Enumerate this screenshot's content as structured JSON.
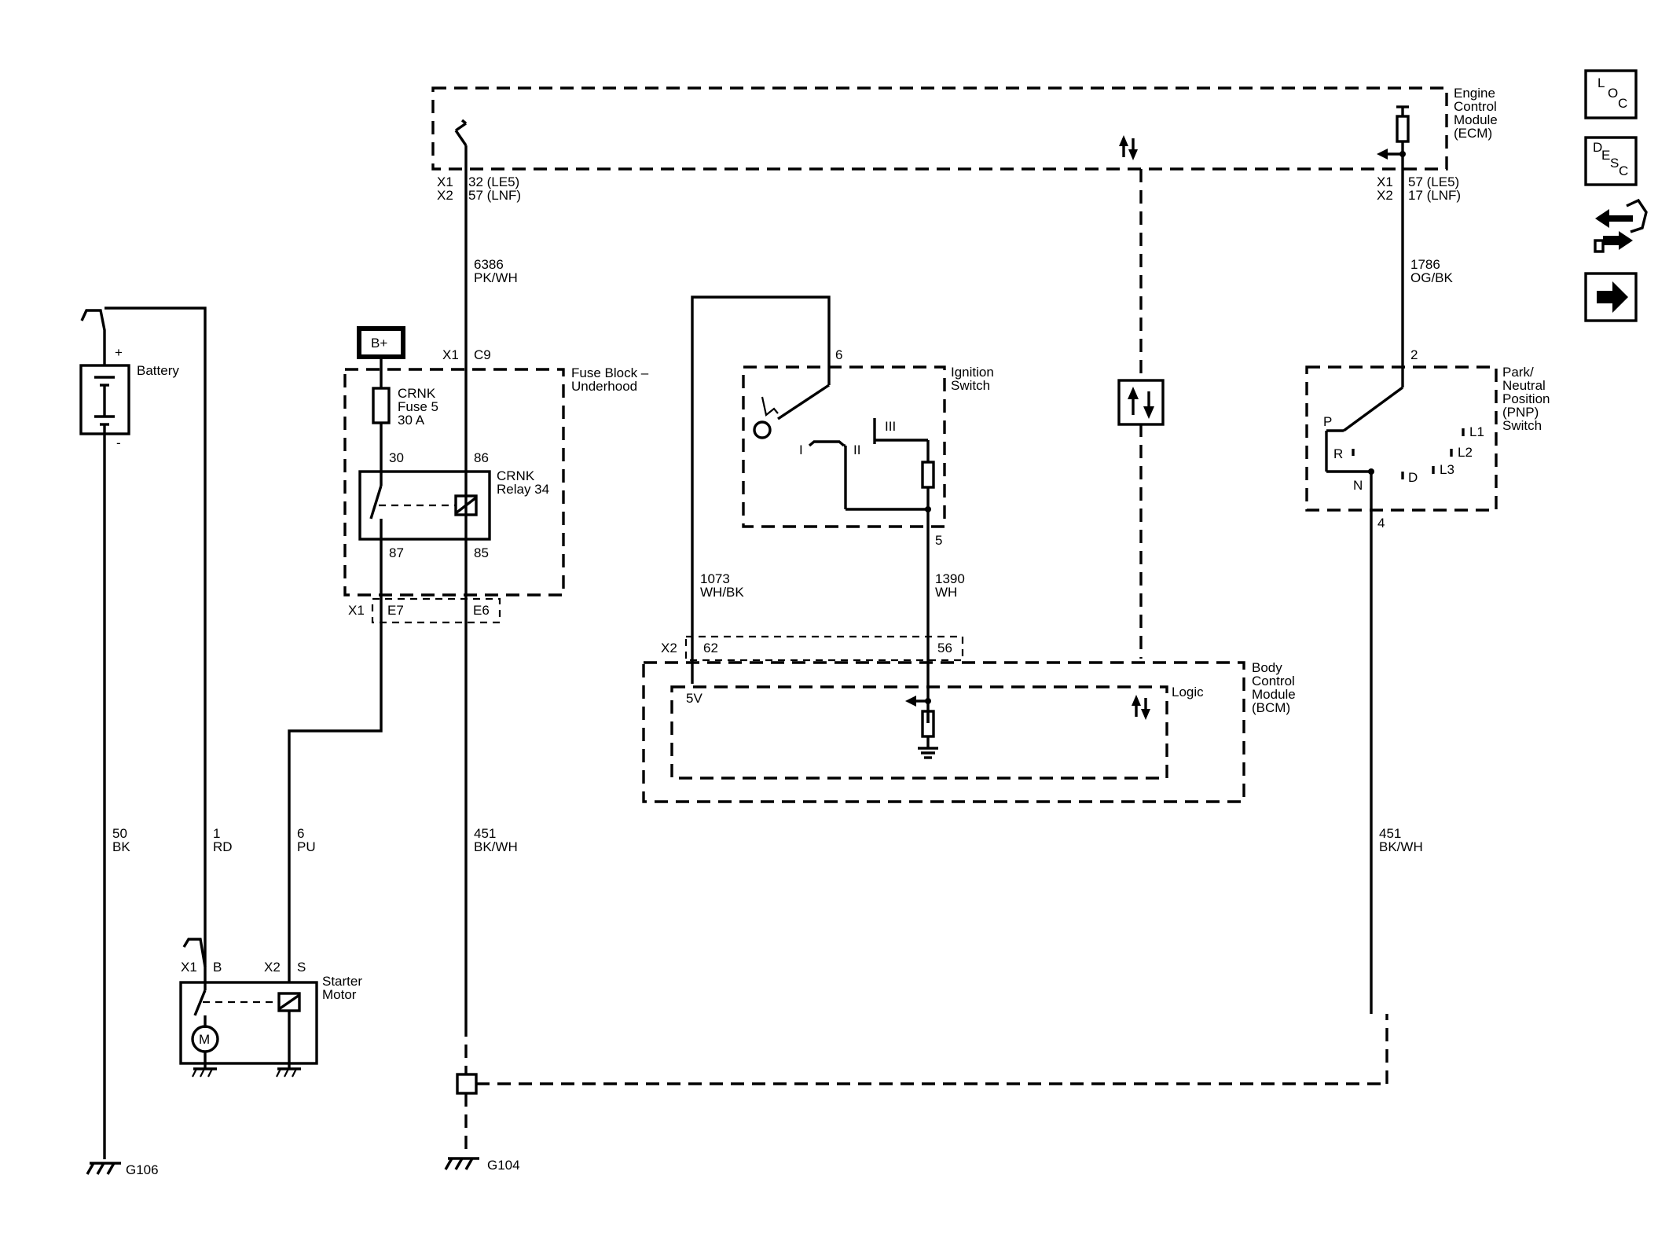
{
  "modules": {
    "ecm": [
      "Engine",
      "Control",
      "Module",
      "(ECM)"
    ],
    "fuse_block": [
      "Fuse Block –",
      "Underhood"
    ],
    "ignition_switch": [
      "Ignition",
      "Switch"
    ],
    "pnp_switch": [
      "Park/",
      "Neutral",
      "Position",
      "(PNP)",
      "Switch"
    ],
    "bcm": [
      "Body",
      "Control",
      "Module",
      "(BCM)"
    ],
    "battery": "Battery",
    "starter_motor": [
      "Starter",
      "Motor"
    ],
    "logic": "Logic"
  },
  "components": {
    "b_plus": "B+",
    "fuse": [
      "CRNK",
      "Fuse 5",
      "30 A"
    ],
    "relay": [
      "CRNK",
      "Relay 34"
    ],
    "motor_symbol": "M",
    "battery_plus": "+",
    "battery_minus": "-"
  },
  "pins": {
    "ecm_left_conn": [
      "X1",
      "X2"
    ],
    "ecm_left_pins": [
      "32 (LE5)",
      "57 (LNF)"
    ],
    "ecm_right_conn": [
      "X1",
      "X2"
    ],
    "ecm_right_pins": [
      "57 (LE5)",
      "17 (LNF)"
    ],
    "fuse_x1": "X1",
    "fuse_c9": "C9",
    "relay_30": "30",
    "relay_86": "86",
    "relay_87": "87",
    "relay_85": "85",
    "fuse_bottom_x1": "X1",
    "fuse_e7": "E7",
    "fuse_e6": "E6",
    "ign_6": "6",
    "ign_5": "5",
    "ign_pos_1": "I",
    "ign_pos_2": "II",
    "ign_pos_3": "III",
    "bcm_x2": "X2",
    "bcm_62": "62",
    "bcm_56": "56",
    "bcm_5v": "5V",
    "pnp_2": "2",
    "pnp_4": "4",
    "pnp_p": "P",
    "pnp_r": "R",
    "pnp_n": "N",
    "pnp_d": "D",
    "pnp_l1": "L1",
    "pnp_l2": "L2",
    "pnp_l3": "L3",
    "starter_x1": "X1",
    "starter_b": "B",
    "starter_x2": "X2",
    "starter_s": "S"
  },
  "wires": {
    "w6386": [
      "6386",
      "PK/WH"
    ],
    "w1786": [
      "1786",
      "OG/BK"
    ],
    "w1073": [
      "1073",
      "WH/BK"
    ],
    "w1390": [
      "1390",
      "WH"
    ],
    "w50": [
      "50",
      "BK"
    ],
    "w1": [
      "1",
      "RD"
    ],
    "w6": [
      "6",
      "PU"
    ],
    "w451_left": [
      "451",
      "BK/WH"
    ],
    "w451_right": [
      "451",
      "BK/WH"
    ]
  },
  "grounds": {
    "g106": "G106",
    "g104": "G104"
  },
  "nav": {
    "loc": [
      "L",
      "O",
      "C"
    ],
    "desc": [
      "D",
      "E",
      "S",
      "C"
    ],
    "connector_icon": "connector-icon",
    "next_icon": "arrow-right-icon"
  }
}
